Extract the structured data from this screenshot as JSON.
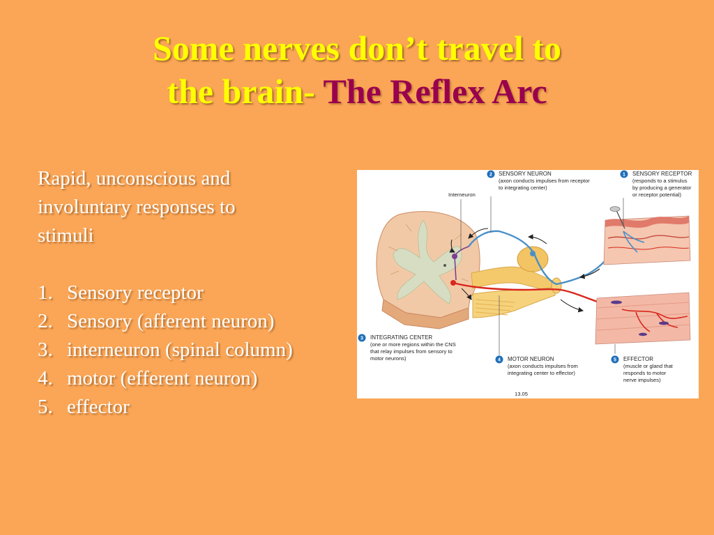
{
  "slide": {
    "title_line1": "Some nerves don’t travel to",
    "title_line2_a": "the brain- ",
    "title_line2_b": "The Reflex Arc",
    "intro_1": "Rapid, unconscious and",
    "intro_2": "involuntary responses to",
    "intro_3": "stimuli",
    "steps": [
      {
        "num": "1.",
        "text": "Sensory receptor"
      },
      {
        "num": "2.",
        "text": "Sensory (afferent neuron)"
      },
      {
        "num": "3.",
        "text": "interneuron (spinal column)"
      },
      {
        "num": "4.",
        "text": "motor (efferent neuron)"
      },
      {
        "num": "5.",
        "text": "effector"
      }
    ]
  },
  "figure": {
    "interneuron_label": "Interneuron",
    "figure_number": "13.05",
    "callouts": [
      {
        "num": "1",
        "head": "SENSORY RECEPTOR",
        "lines": [
          "(responds to a stimulus",
          "by producing a generator",
          "or receptor potential)"
        ]
      },
      {
        "num": "2",
        "head": "SENSORY NEURON",
        "lines": [
          "(axon conducts impulses from receptor",
          "to integrating center)"
        ]
      },
      {
        "num": "3",
        "head": "INTEGRATING CENTER",
        "lines": [
          "(one or more regions within the CNS",
          "that relay impulses from sensory to",
          "motor neurons)"
        ]
      },
      {
        "num": "4",
        "head": "MOTOR NEURON",
        "lines": [
          "(axon conducts impulses from",
          "integrating center to effector)"
        ]
      },
      {
        "num": "5",
        "head": "EFFECTOR",
        "lines": [
          "(muscle or gland that",
          "responds to motor",
          "nerve impulses)"
        ]
      }
    ]
  },
  "colors": {
    "background": "#fba656",
    "title": "#ffff00",
    "accent": "#99004d",
    "badge": "#1f6fb8",
    "sensory_nerve": "#4a90c8",
    "motor_nerve": "#d8261c"
  }
}
